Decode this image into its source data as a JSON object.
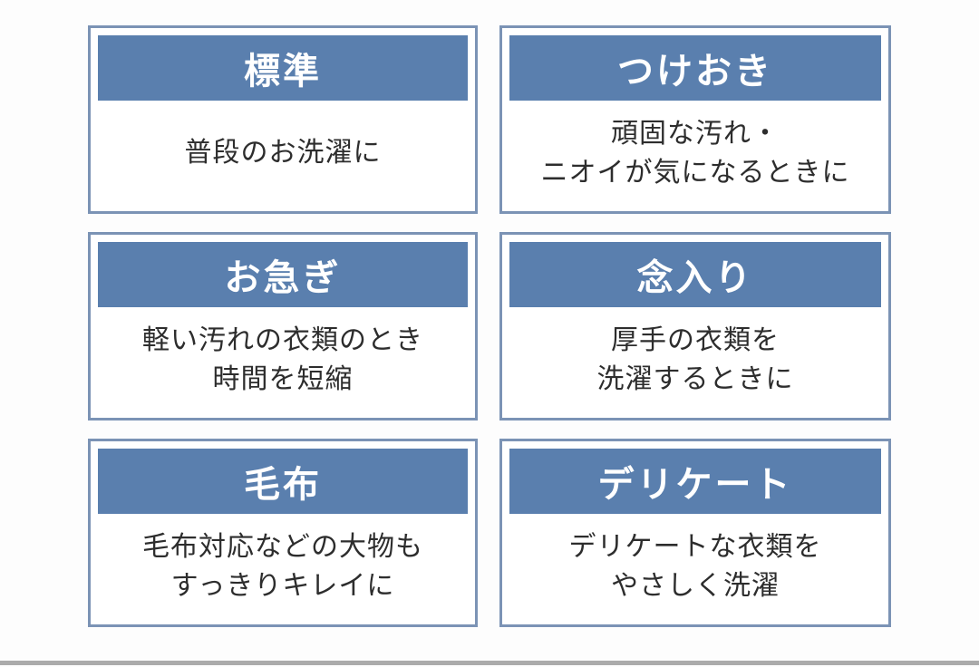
{
  "colors": {
    "page_bg": "#fdfdfd",
    "header_bg": "#5a7fae",
    "card_border": "#7b93b5",
    "header_text": "#ffffff",
    "body_text": "#2d2d2d",
    "bottom_bar": "#ababab"
  },
  "cards": [
    {
      "id": "standard",
      "title": "標準",
      "description": "普段のお洗濯に"
    },
    {
      "id": "soak",
      "title": "つけおき",
      "description": "頑固な汚れ・\nニオイが気になるときに"
    },
    {
      "id": "quick",
      "title": "お急ぎ",
      "description": "軽い汚れの衣類のとき\n時間を短縮"
    },
    {
      "id": "thorough",
      "title": "念入り",
      "description": "厚手の衣類を\n洗濯するときに"
    },
    {
      "id": "blanket",
      "title": "毛布",
      "description": "毛布対応などの大物も\nすっきりキレイに"
    },
    {
      "id": "delicate",
      "title": "デリケート",
      "description": "デリケートな衣類を\nやさしく洗濯"
    }
  ]
}
